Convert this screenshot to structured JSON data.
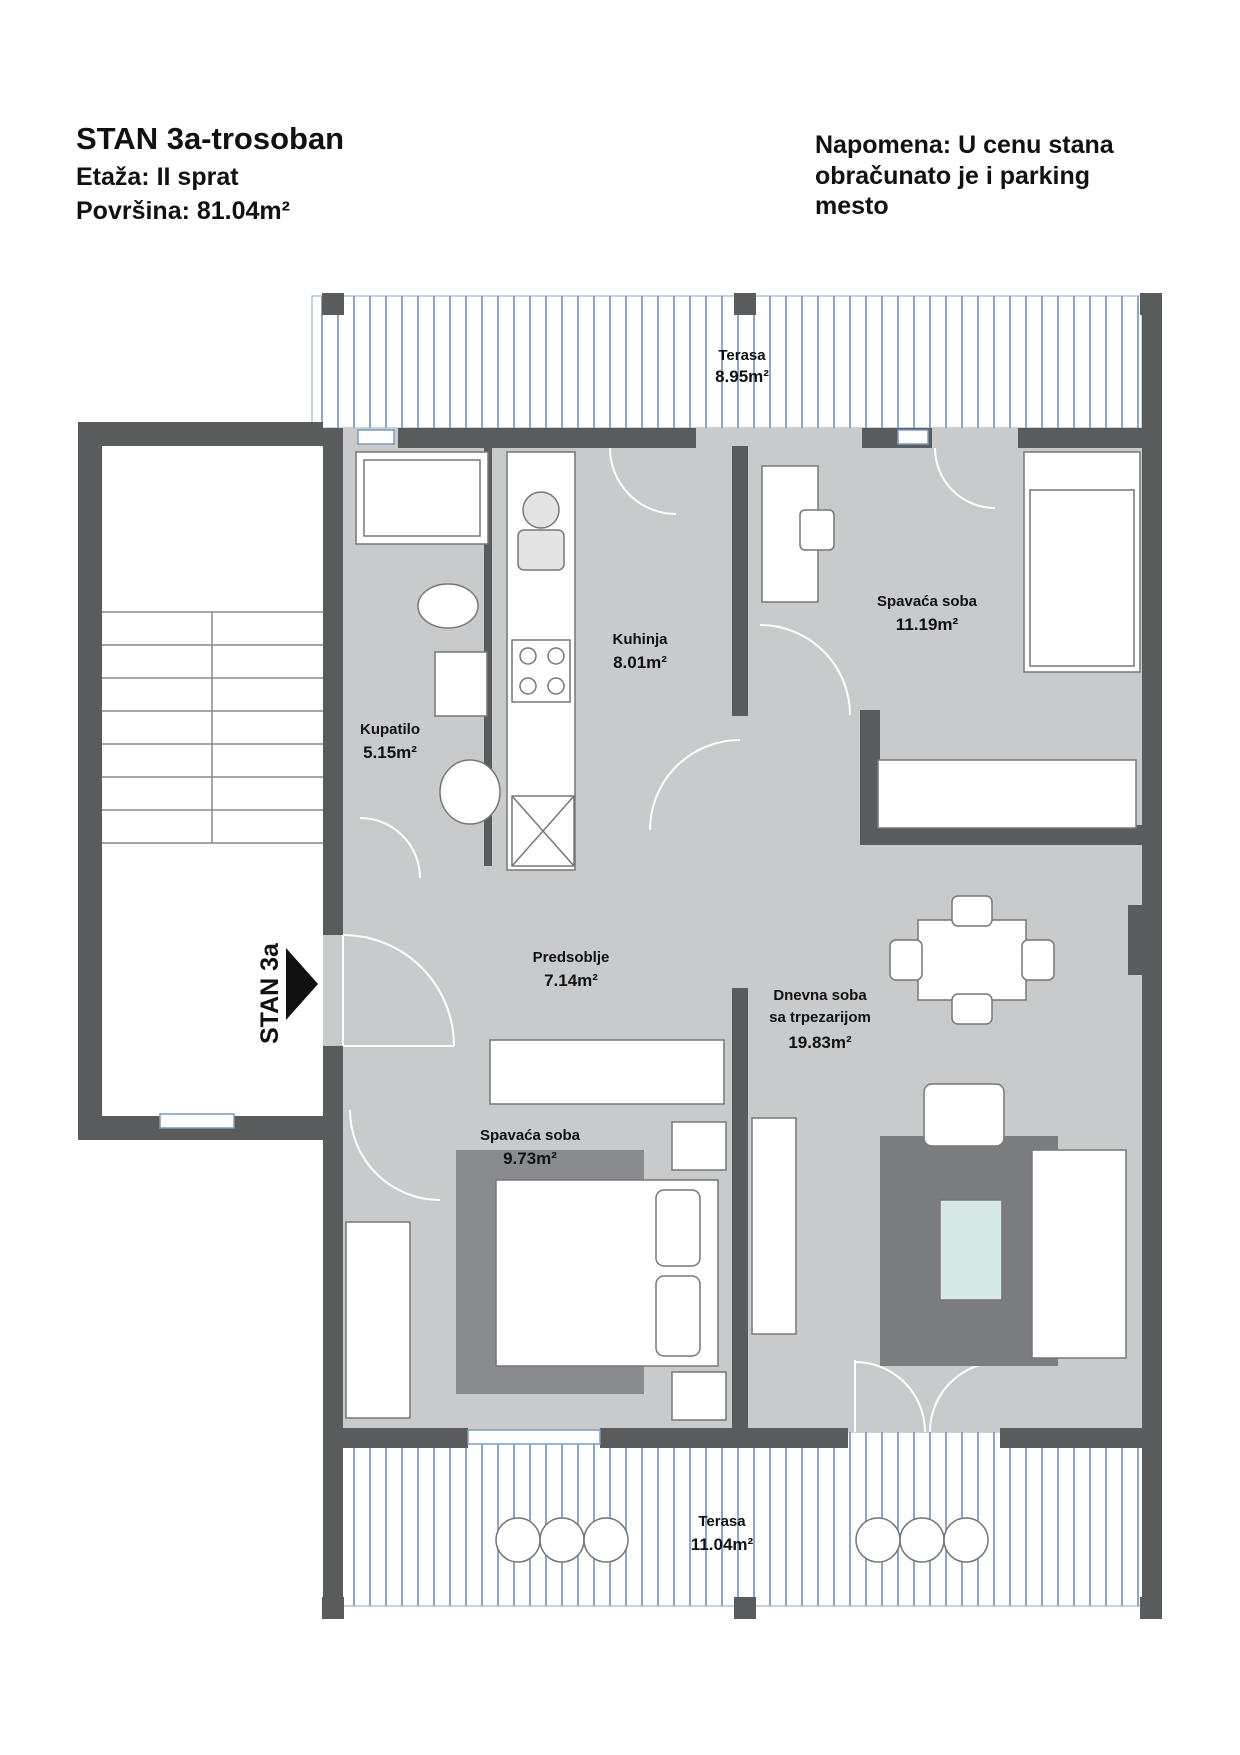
{
  "header": {
    "title": "STAN 3a-trosoban",
    "floor": "Etaža: II sprat",
    "area": "Površina: 81.04m²"
  },
  "note": {
    "line1": "Napomena: U cenu stana",
    "line2": "obračunato je i parking",
    "line3": "mesto"
  },
  "entrance_label": "STAN 3a",
  "rooms": {
    "terrace_top": {
      "name": "Terasa",
      "area": "8.95m²"
    },
    "bedroom_top": {
      "name": "Spavaća soba",
      "area": "11.19m²"
    },
    "kitchen": {
      "name": "Kuhinja",
      "area": "8.01m²"
    },
    "bathroom": {
      "name": "Kupatilo",
      "area": "5.15m²"
    },
    "hallway": {
      "name": "Predsoblje",
      "area": "7.14m²"
    },
    "living": {
      "name1": "Dnevna soba",
      "name2": "sa trpezarijom",
      "area": "19.83m²"
    },
    "bedroom_bottom": {
      "name": "Spavaća soba",
      "area": "9.73m²"
    },
    "terrace_bottom": {
      "name": "Terasa",
      "area": "11.04m²"
    }
  },
  "colors": {
    "wall": "#5a5b5d",
    "floor": "#c9cacc",
    "terrace_line": "#8aa8c8",
    "rug": "#7c7d80",
    "furniture": "#ffffff"
  }
}
